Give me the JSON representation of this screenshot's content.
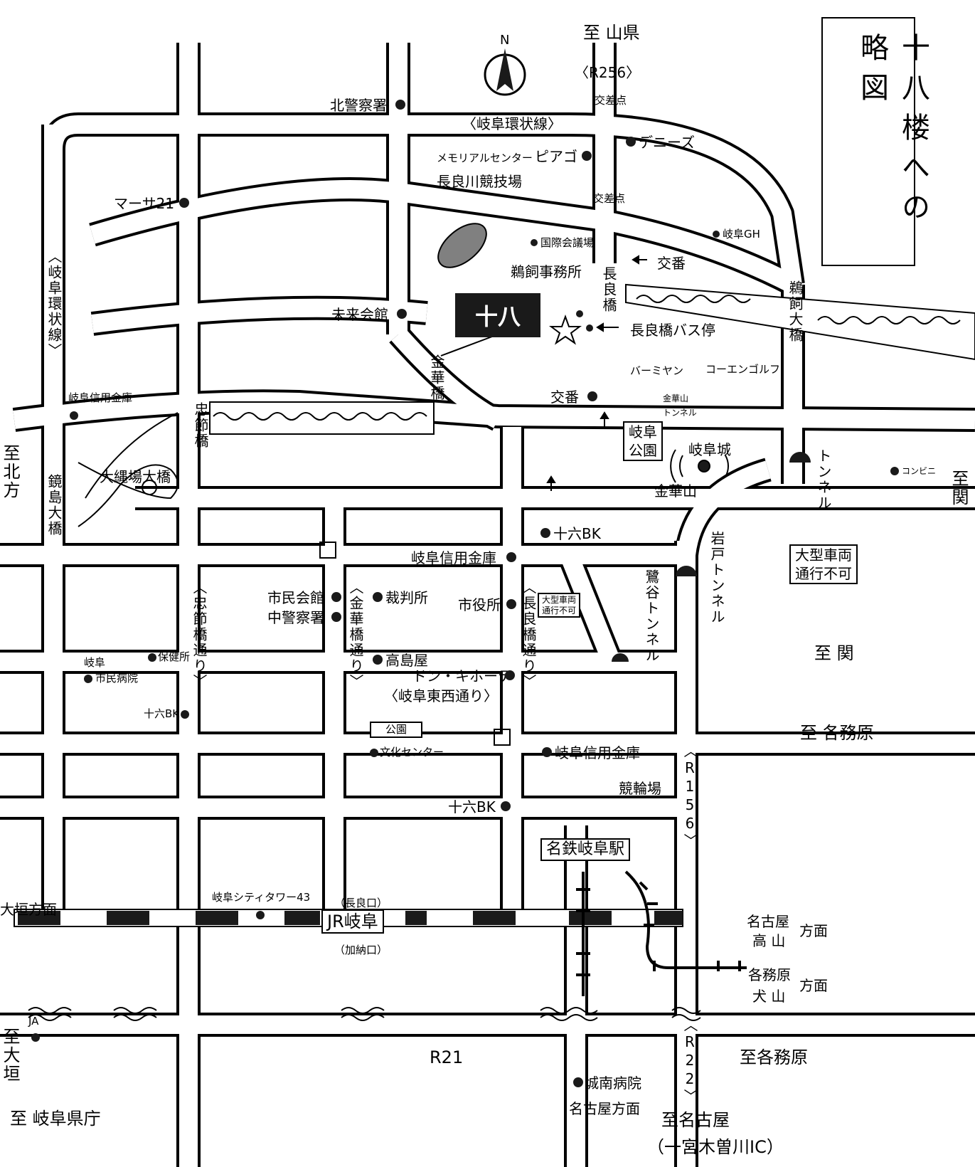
{
  "title": "十八楼への略図",
  "highlight_label": "十八",
  "compass": "N",
  "directions": {
    "yamagata": "至 山県",
    "r256": "〈R256〉",
    "kitakata_1": "至",
    "kitakata_2": "北",
    "kitakata_3": "方",
    "seki_top_1": "至",
    "seki_top_2": "関",
    "seki_mid": "至 関",
    "kakamigahara_mid": "至 各務原",
    "ogaki_houmen": "大垣方面",
    "nagoya_takayama_1": "名古屋",
    "nagoya_takayama_2": "高 山",
    "nagoya_takayama_3": "方面",
    "kakamigahara_inuyama_1": "各務原",
    "kakamigahara_inuyama_2": "犬 山",
    "kakamigahara_inuyama_3": "方面",
    "ogaki_1": "至",
    "ogaki_2": "大",
    "ogaki_3": "垣",
    "kakamigahara_bottom": "至各務原",
    "kencho": "至 岐阜県庁",
    "nagoya_houmen": "名古屋方面",
    "nagoya_bottom": "至名古屋",
    "ichinomiya": "（一宮木曽川IC）"
  },
  "roads": {
    "gifu_kanjo_top": "〈岐阜環状線〉",
    "gifu_kanjo_left": "〈岐阜環状線〉",
    "r156": "〈R156〉",
    "r22": "〈R22〉",
    "r21": "R21",
    "tozai": "〈岐阜東西通り〉",
    "chusetsu_dori": "〈忠節橋通り〉",
    "kinka_dori": "〈金華橋通り〉",
    "nagara_dori": "〈長良橋通り〉",
    "kosaten_1": "交差点",
    "kosaten_2": "交差点"
  },
  "bridges": {
    "chusetsu": "忠節橋",
    "kinka": "金華橋",
    "nagara": "長良橋",
    "ukai": "鵜飼大橋",
    "kagami": "鏡島大橋",
    "onawaba": "大縄場大橋"
  },
  "tunnels": {
    "iwato": "岩戸トンネル",
    "sagiyama": "鷺谷トンネル",
    "right": "トンネル",
    "kinka_tunnel_1": "金華山",
    "kinka_tunnel_2": "トンネル"
  },
  "notices": {
    "large_vehicle_1": "大型車両",
    "large_vehicle_2": "通行不可",
    "large_vehicle_small_1": "大型車両",
    "large_vehicle_small_2": "通行不可"
  },
  "places": {
    "kita_police": "北警察署",
    "masa21": "マーサ21",
    "memorial_1": "メモリアルセンター",
    "memorial_2": "長良川競技場",
    "piago": "ピアゴ",
    "dennys": "デニーズ",
    "kokusai": "国際会議場",
    "gifu_gh": "岐阜GH",
    "koban_top": "交番",
    "ukai_office": "鵜飼事務所",
    "mirai": "未来会館",
    "bus_stop": "長良橋バス停",
    "bamiyan": "バーミヤン",
    "coen_golf": "コーエンゴルフ",
    "koban_mid": "交番",
    "gifu_park_1": "岐阜",
    "gifu_park_2": "公園",
    "gifu_castle": "岐阜城",
    "kinkazan": "金華山",
    "convenience": "コンビニ",
    "shinkin_top": "岐阜信用金庫",
    "juroku_bk_1": "十六BK",
    "shinkin_mid": "岐阜信用金庫",
    "shimin_kaikan": "市民会館",
    "chu_police": "中警察署",
    "saibansho": "裁判所",
    "shiyakusho": "市役所",
    "hokenjo": "保健所",
    "takashimaya": "高島屋",
    "don_quijote": "ドン・キホーテ",
    "gifu_hospital_1": "岐阜",
    "gifu_hospital_2": "市民病院",
    "juroku_bk_2": "十六BK",
    "park": "公園",
    "bunka_center": "文化センター",
    "shinkin_low": "岐阜信用金庫",
    "keirin": "競輪場",
    "juroku_bk_3": "十六BK",
    "meitetsu_gifu": "名鉄岐阜駅",
    "city_tower": "岐阜シティタワー43",
    "nagara_exit": "（長良口）",
    "jr_gifu": "JR岐阜",
    "kano_exit": "（加納口）",
    "ja": "JA",
    "jonan_hospital": "城南病院"
  },
  "colors": {
    "ink": "#1a1a1a",
    "paper": "#ffffff",
    "stadium": "#808080"
  },
  "icons": [
    "temple-icon",
    "star-icon",
    "compass-icon",
    "arrow-icon",
    "tunnel-icon"
  ]
}
